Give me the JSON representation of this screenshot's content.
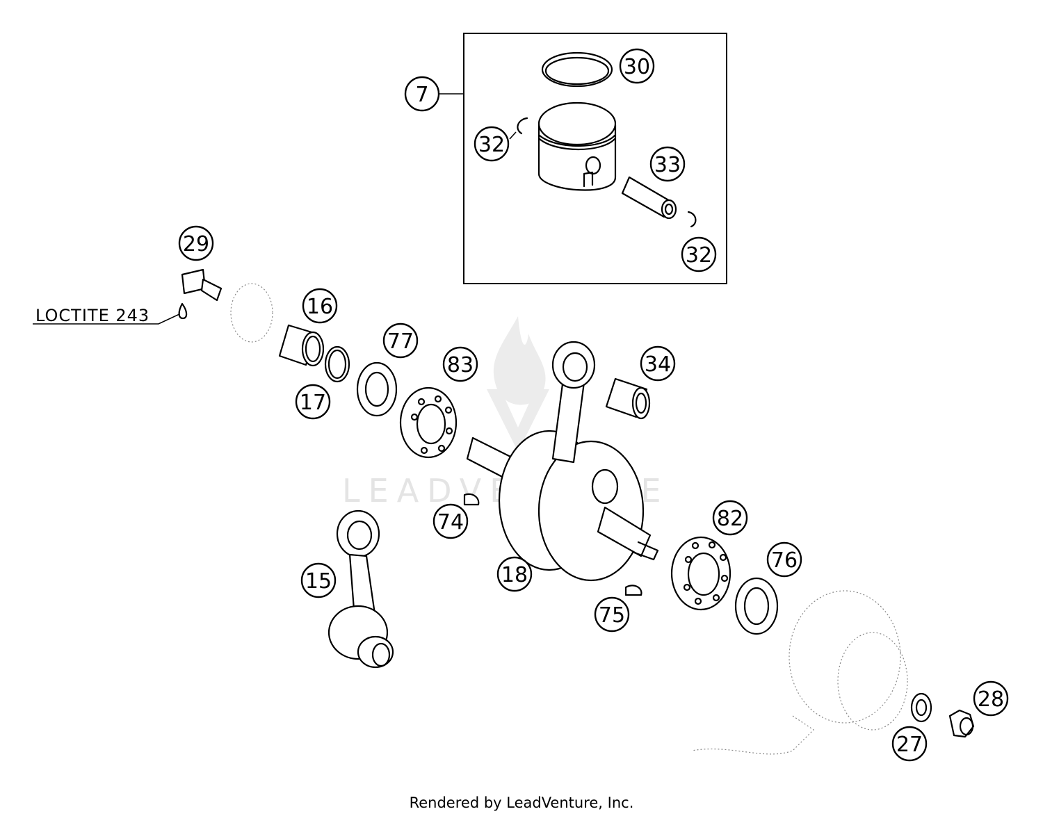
{
  "diagram": {
    "note_loctite": "LOCTITE 243",
    "footer": "Rendered by LeadVenture, Inc.",
    "watermark": "LEADVENTURE"
  },
  "callouts": {
    "c7": "7",
    "c30": "30",
    "c32a": "32",
    "c33": "33",
    "c32b": "32",
    "c29": "29",
    "c16": "16",
    "c77": "77",
    "c17": "17",
    "c83": "83",
    "c34": "34",
    "c74": "74",
    "c82": "82",
    "c76": "76",
    "c15": "15",
    "c18": "18",
    "c75": "75",
    "c28": "28",
    "c27": "27"
  }
}
